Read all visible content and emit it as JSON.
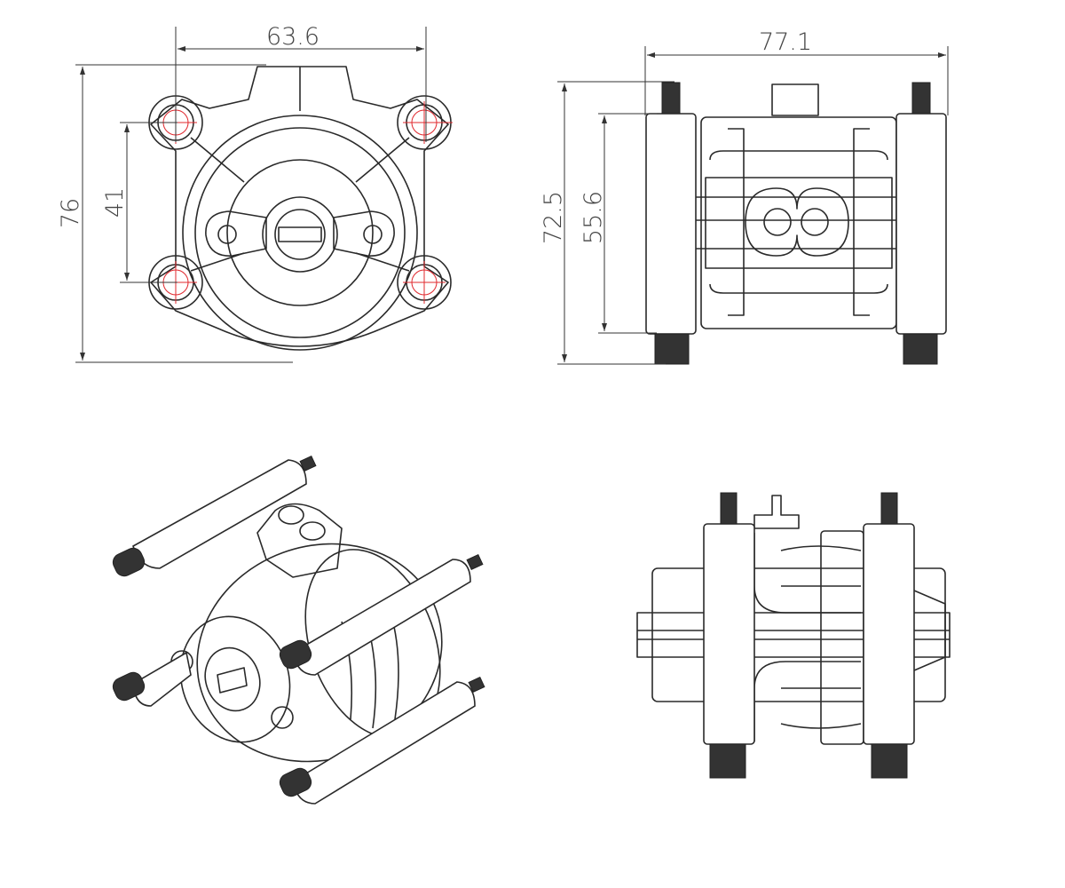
{
  "drawing": {
    "front_view": {
      "width_dimension": "63.6",
      "height_dimension": "76",
      "hole_spacing_dimension": "41"
    },
    "side_view": {
      "width_dimension": "77.1",
      "height_dimension": "72.5",
      "body_height_dimension": "55.6"
    },
    "colors": {
      "line": "#2a2a2a",
      "center_marks": "#e0282e"
    }
  }
}
